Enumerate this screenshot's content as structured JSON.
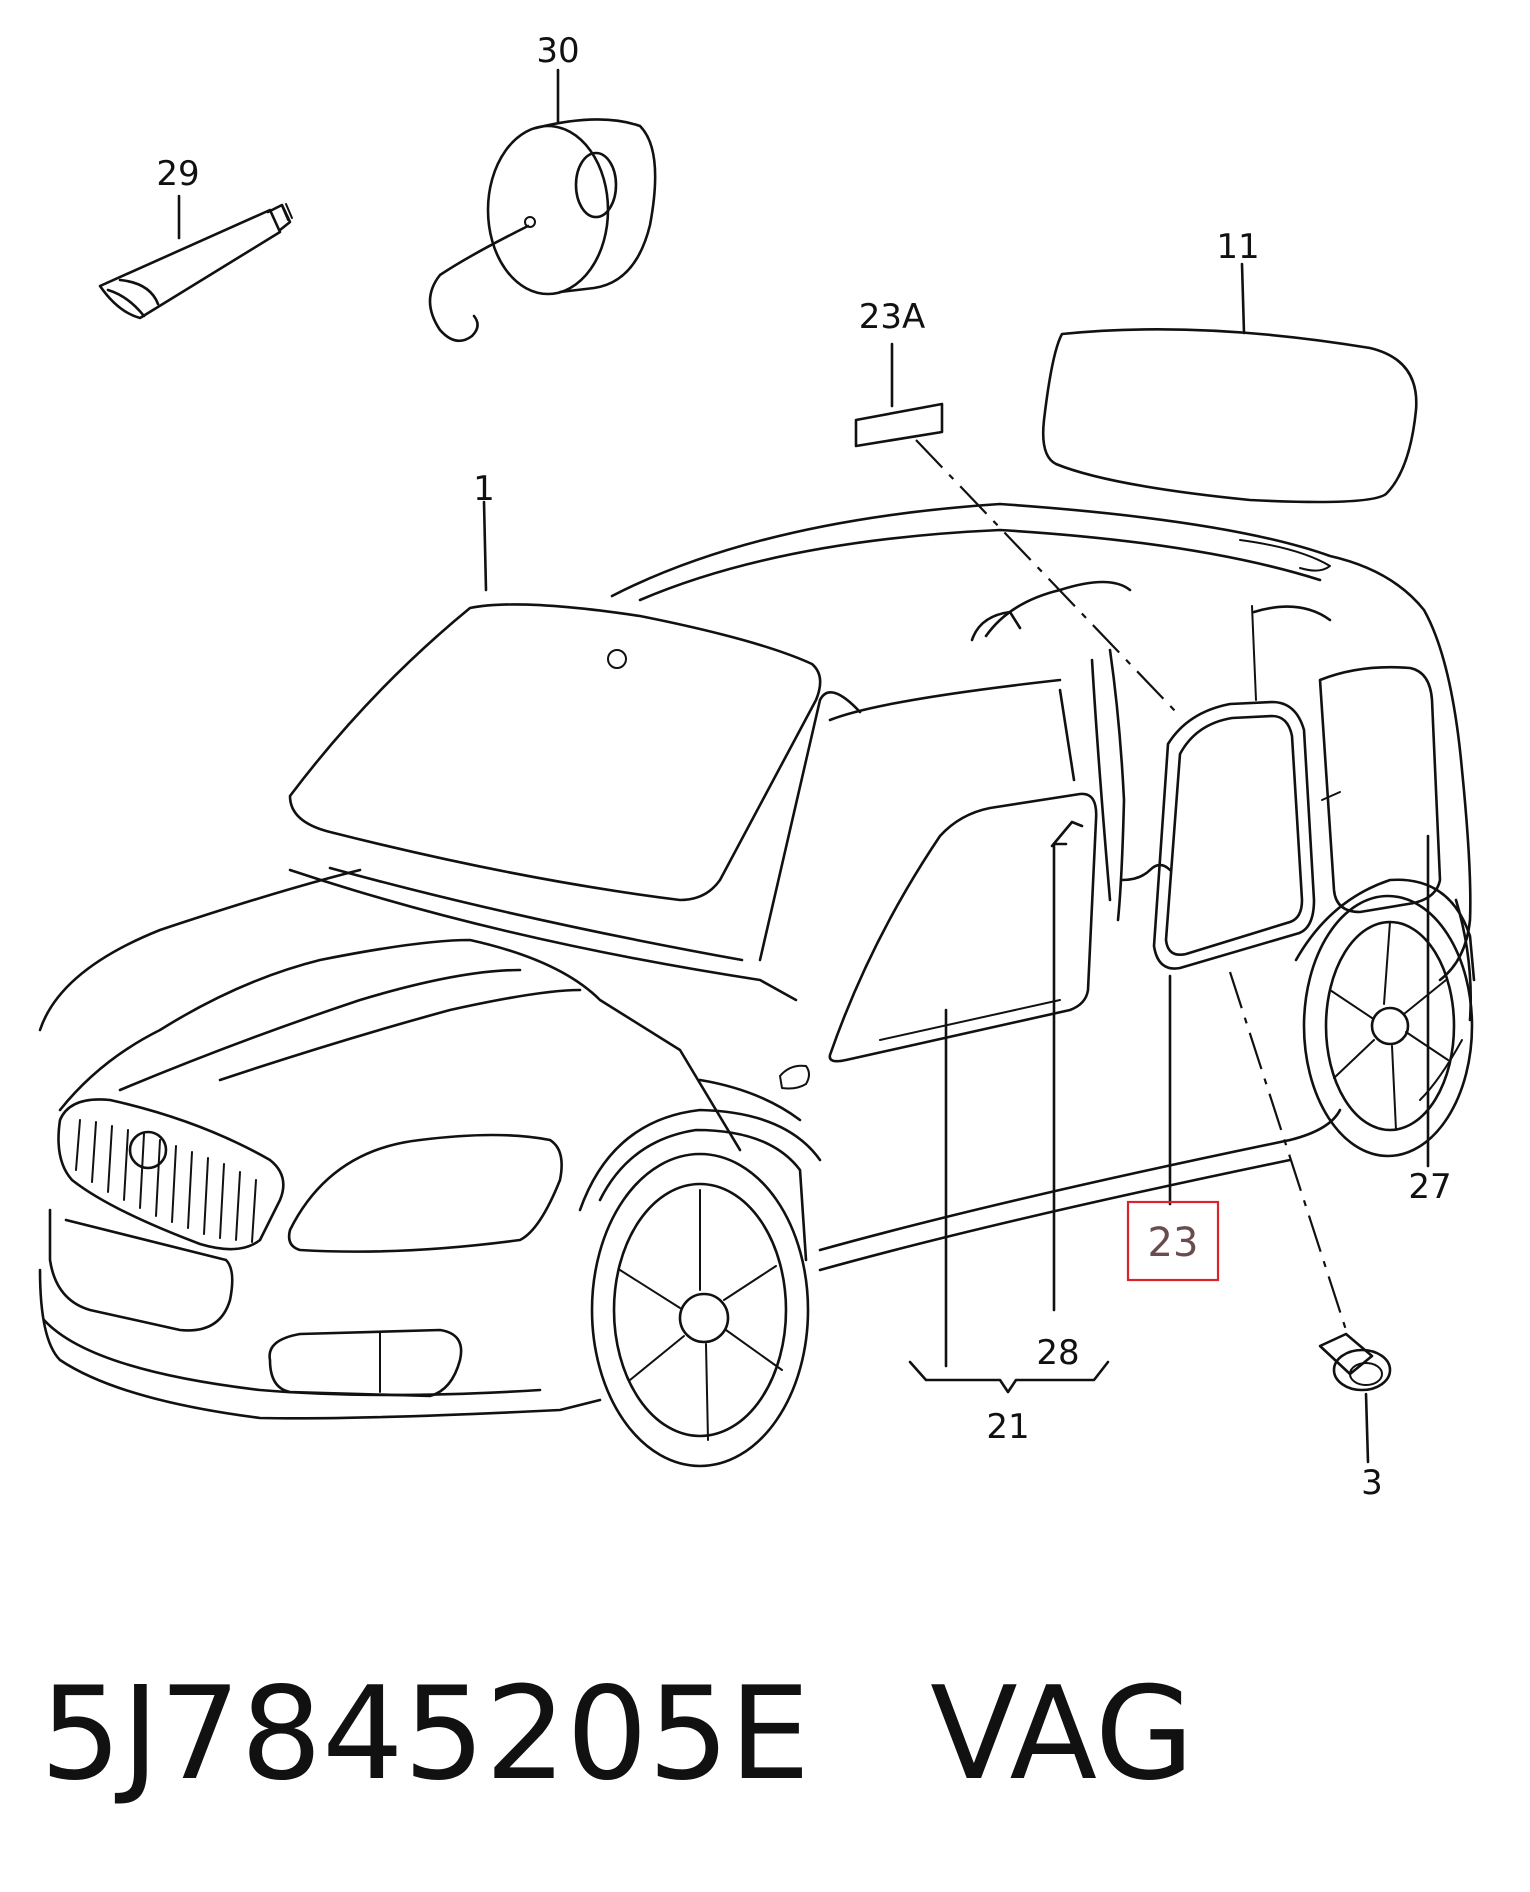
{
  "diagram": {
    "callouts": {
      "c1": "1",
      "c3": "3",
      "c11": "11",
      "c21": "21",
      "c23": "23",
      "c23a": "23A",
      "c27": "27",
      "c28": "28",
      "c29": "29",
      "c30": "30"
    },
    "highlight_color": "#d9242c"
  },
  "footer": {
    "part_number": "5J7845205E",
    "brand": "VAG"
  }
}
